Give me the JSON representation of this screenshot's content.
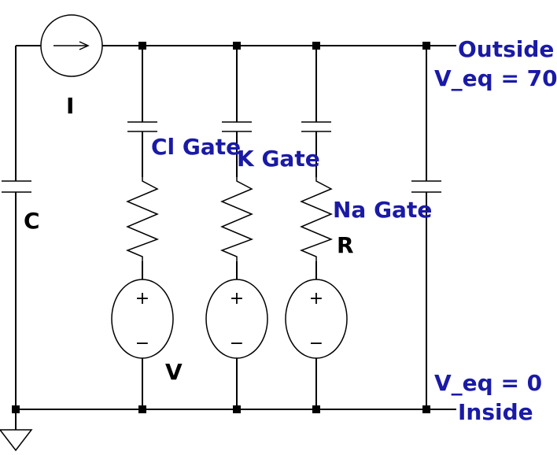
{
  "labels": {
    "current_source": "I",
    "membrane_capacitor": "C",
    "cl_gate": "Cl Gate",
    "k_gate": "K Gate",
    "na_gate": "Na Gate",
    "resistor": "R",
    "voltage_source": "V",
    "outside": "Outside",
    "v_eq_top": "V_eq = 70",
    "v_eq_bottom": "V_eq = 0",
    "inside": "Inside"
  },
  "signs": {
    "plus": "+",
    "minus": "−"
  },
  "colors": {
    "wire": "#000000",
    "annotation_blue": "#1a1aa6",
    "background": "#ffffff"
  }
}
